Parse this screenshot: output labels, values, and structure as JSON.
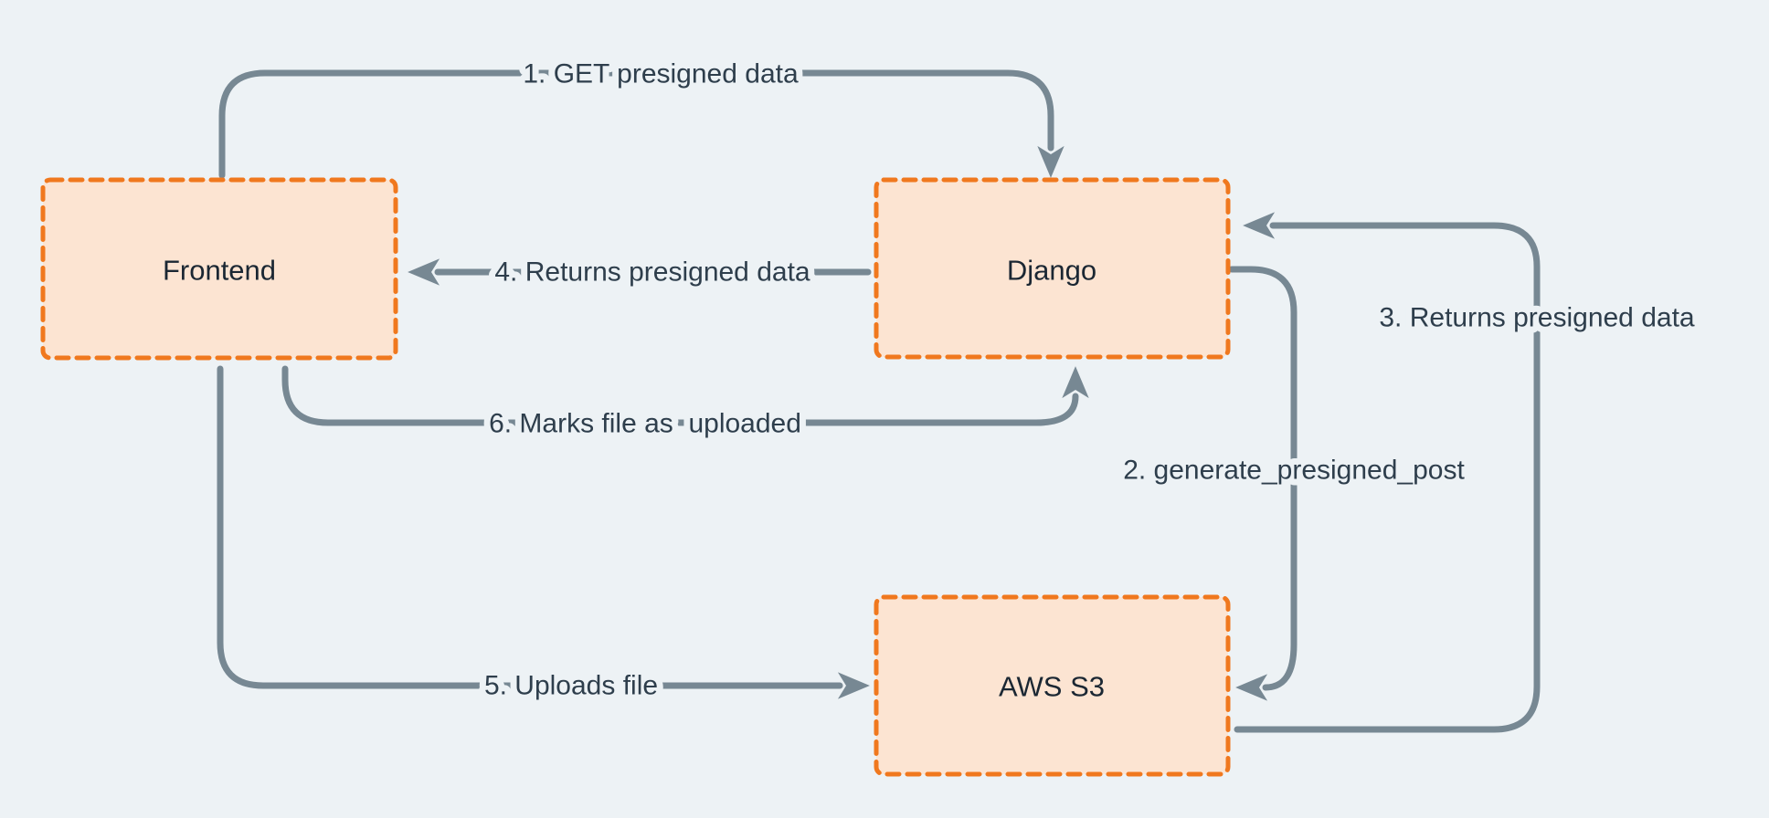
{
  "diagram": {
    "type": "flow-diagram",
    "subject": "S3 presigned upload flow",
    "colors": {
      "background": "#edf2f5",
      "node_fill": "#fce4d2",
      "node_border": "#f0781e",
      "arrow": "#778893",
      "edge_label_color": "#2e3e4c",
      "node_label_color": "#1b2733"
    },
    "nodes": [
      {
        "id": "frontend",
        "label": "Frontend"
      },
      {
        "id": "django",
        "label": "Django"
      },
      {
        "id": "aws_s3",
        "label": "AWS S3"
      }
    ],
    "edges": [
      {
        "step": 1,
        "label": "1. GET presigned data",
        "from": "Frontend",
        "to": "Django"
      },
      {
        "step": 2,
        "label": "2. generate_presigned_post",
        "from": "Django",
        "to": "AWS S3"
      },
      {
        "step": 3,
        "label": "3. Returns presigned data",
        "from": "AWS S3",
        "to": "Django"
      },
      {
        "step": 4,
        "label": "4. Returns presigned data",
        "from": "Django",
        "to": "Frontend"
      },
      {
        "step": 5,
        "label": "5. Uploads file",
        "from": "Frontend",
        "to": "AWS S3"
      },
      {
        "step": 6,
        "label": "6. Marks file as  uploaded",
        "from": "Frontend",
        "to": "Django"
      }
    ]
  }
}
